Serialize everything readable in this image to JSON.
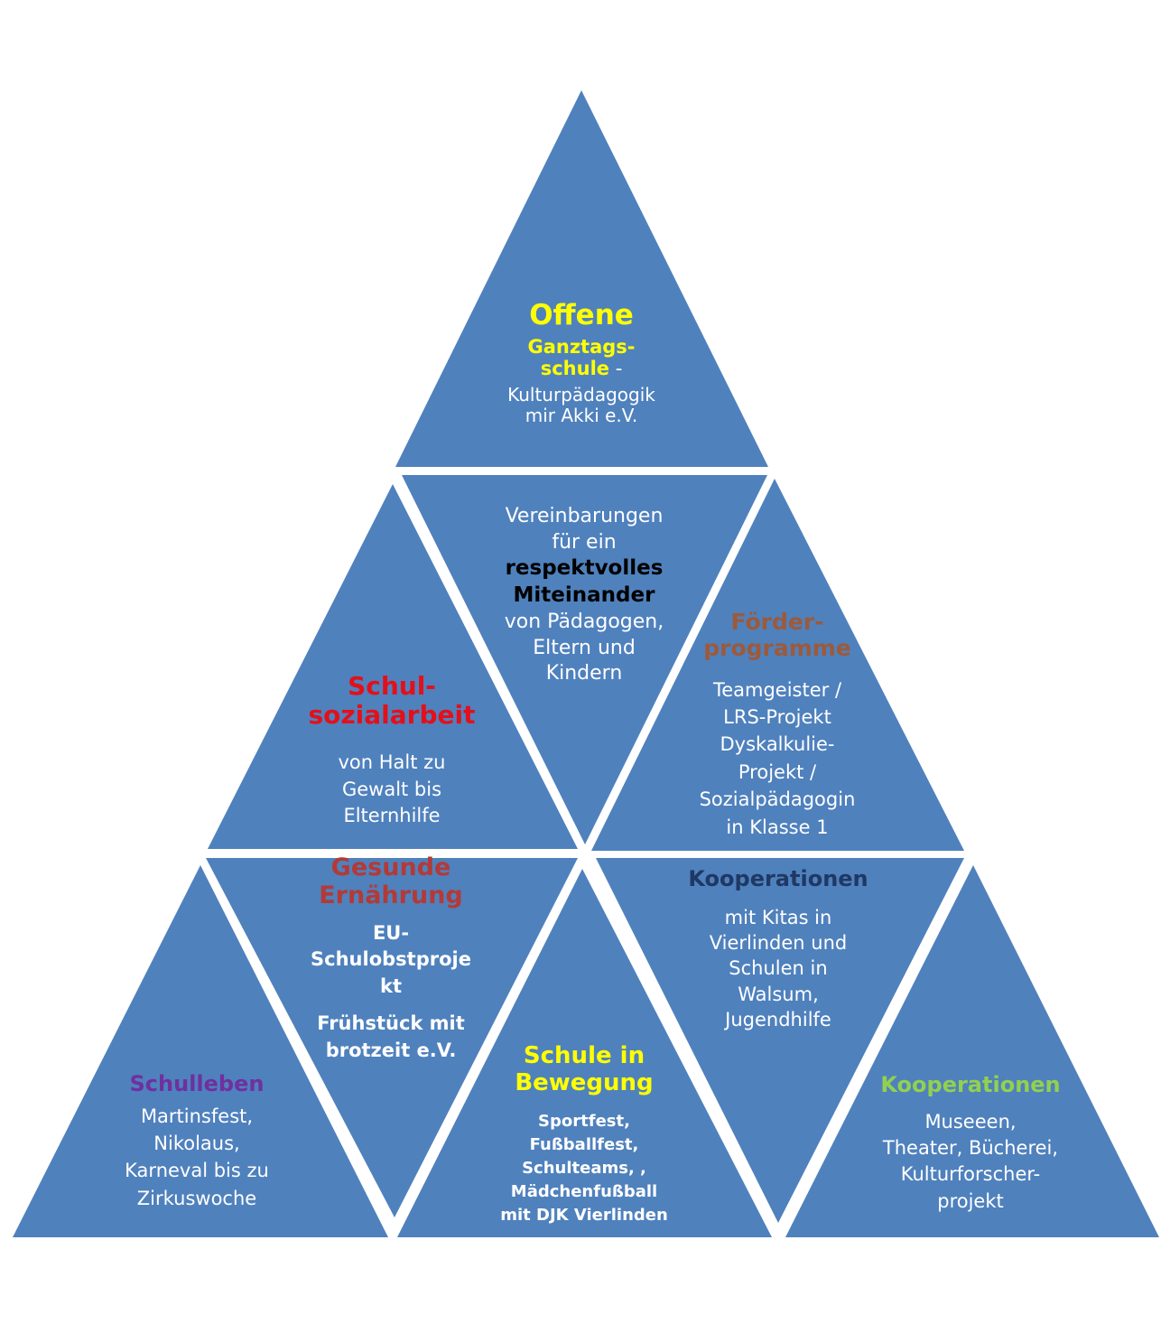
{
  "colors": {
    "triangle_fill": "#4f81bd",
    "background": "#ffffff",
    "yellow": "#ffff00",
    "red": "#e3101a",
    "brown": "#9c5a3c",
    "dark_red": "#b33a36",
    "navy": "#1f3864",
    "purple": "#7030a0",
    "green": "#92d050"
  },
  "sections": {
    "offene": {
      "heading": "Offene",
      "sub1": "Ganztags-",
      "sub2": "schule",
      "dash": " -",
      "line1": "Kulturpädagogik",
      "line2": "mir Akki e.V."
    },
    "vereinbarungen": {
      "line1": "Vereinbarungen",
      "line2": "für ein",
      "bold1": "respektvolles",
      "bold2": "Miteinander",
      "line3": "von Pädagogen,",
      "line4": "Eltern und",
      "line5": "Kindern"
    },
    "schulsozial": {
      "heading1": "Schul-",
      "heading2": "sozialarbeit",
      "line1": "von Halt zu",
      "line2": "Gewalt bis",
      "line3": "Elternhilfe"
    },
    "foerder": {
      "heading1": "Förder-",
      "heading2": "programme",
      "line1": "Teamgeister /",
      "line2": "LRS-Projekt",
      "line3": "Dyskalkulie-",
      "line4": "Projekt /",
      "line5": "Sozialpädagogin",
      "line6": "in Klasse 1"
    },
    "ernaehrung": {
      "heading1": "Gesunde",
      "heading2": "Ernährung",
      "line1": "EU-",
      "line2": "Schulobstproje",
      "line3": "kt",
      "line4": "Frühstück mit",
      "line5": "brotzeit e.V."
    },
    "kooperationen1": {
      "heading": "Kooperationen",
      "line1": "mit Kitas in",
      "line2": "Vierlinden und",
      "line3": "Schulen in",
      "line4": "Walsum,",
      "line5": "Jugendhilfe"
    },
    "schulleben": {
      "heading": "Schulleben",
      "line1": "Martinsfest,",
      "line2": "Nikolaus,",
      "line3": "Karneval bis zu",
      "line4": "Zirkuswoche"
    },
    "bewegung": {
      "heading1": "Schule in",
      "heading2": "Bewegung",
      "line1": "Sportfest,",
      "line2": "Fußballfest,",
      "line3": "Schulteams, ,",
      "line4": "Mädchenfußball",
      "line5": "mit DJK Vierlinden"
    },
    "kooperationen2": {
      "heading": "Kooperationen",
      "line1": "Museeen,",
      "line2": "Theater, Bücherei,",
      "line3": "Kulturforscher-",
      "line4": "projekt"
    }
  }
}
